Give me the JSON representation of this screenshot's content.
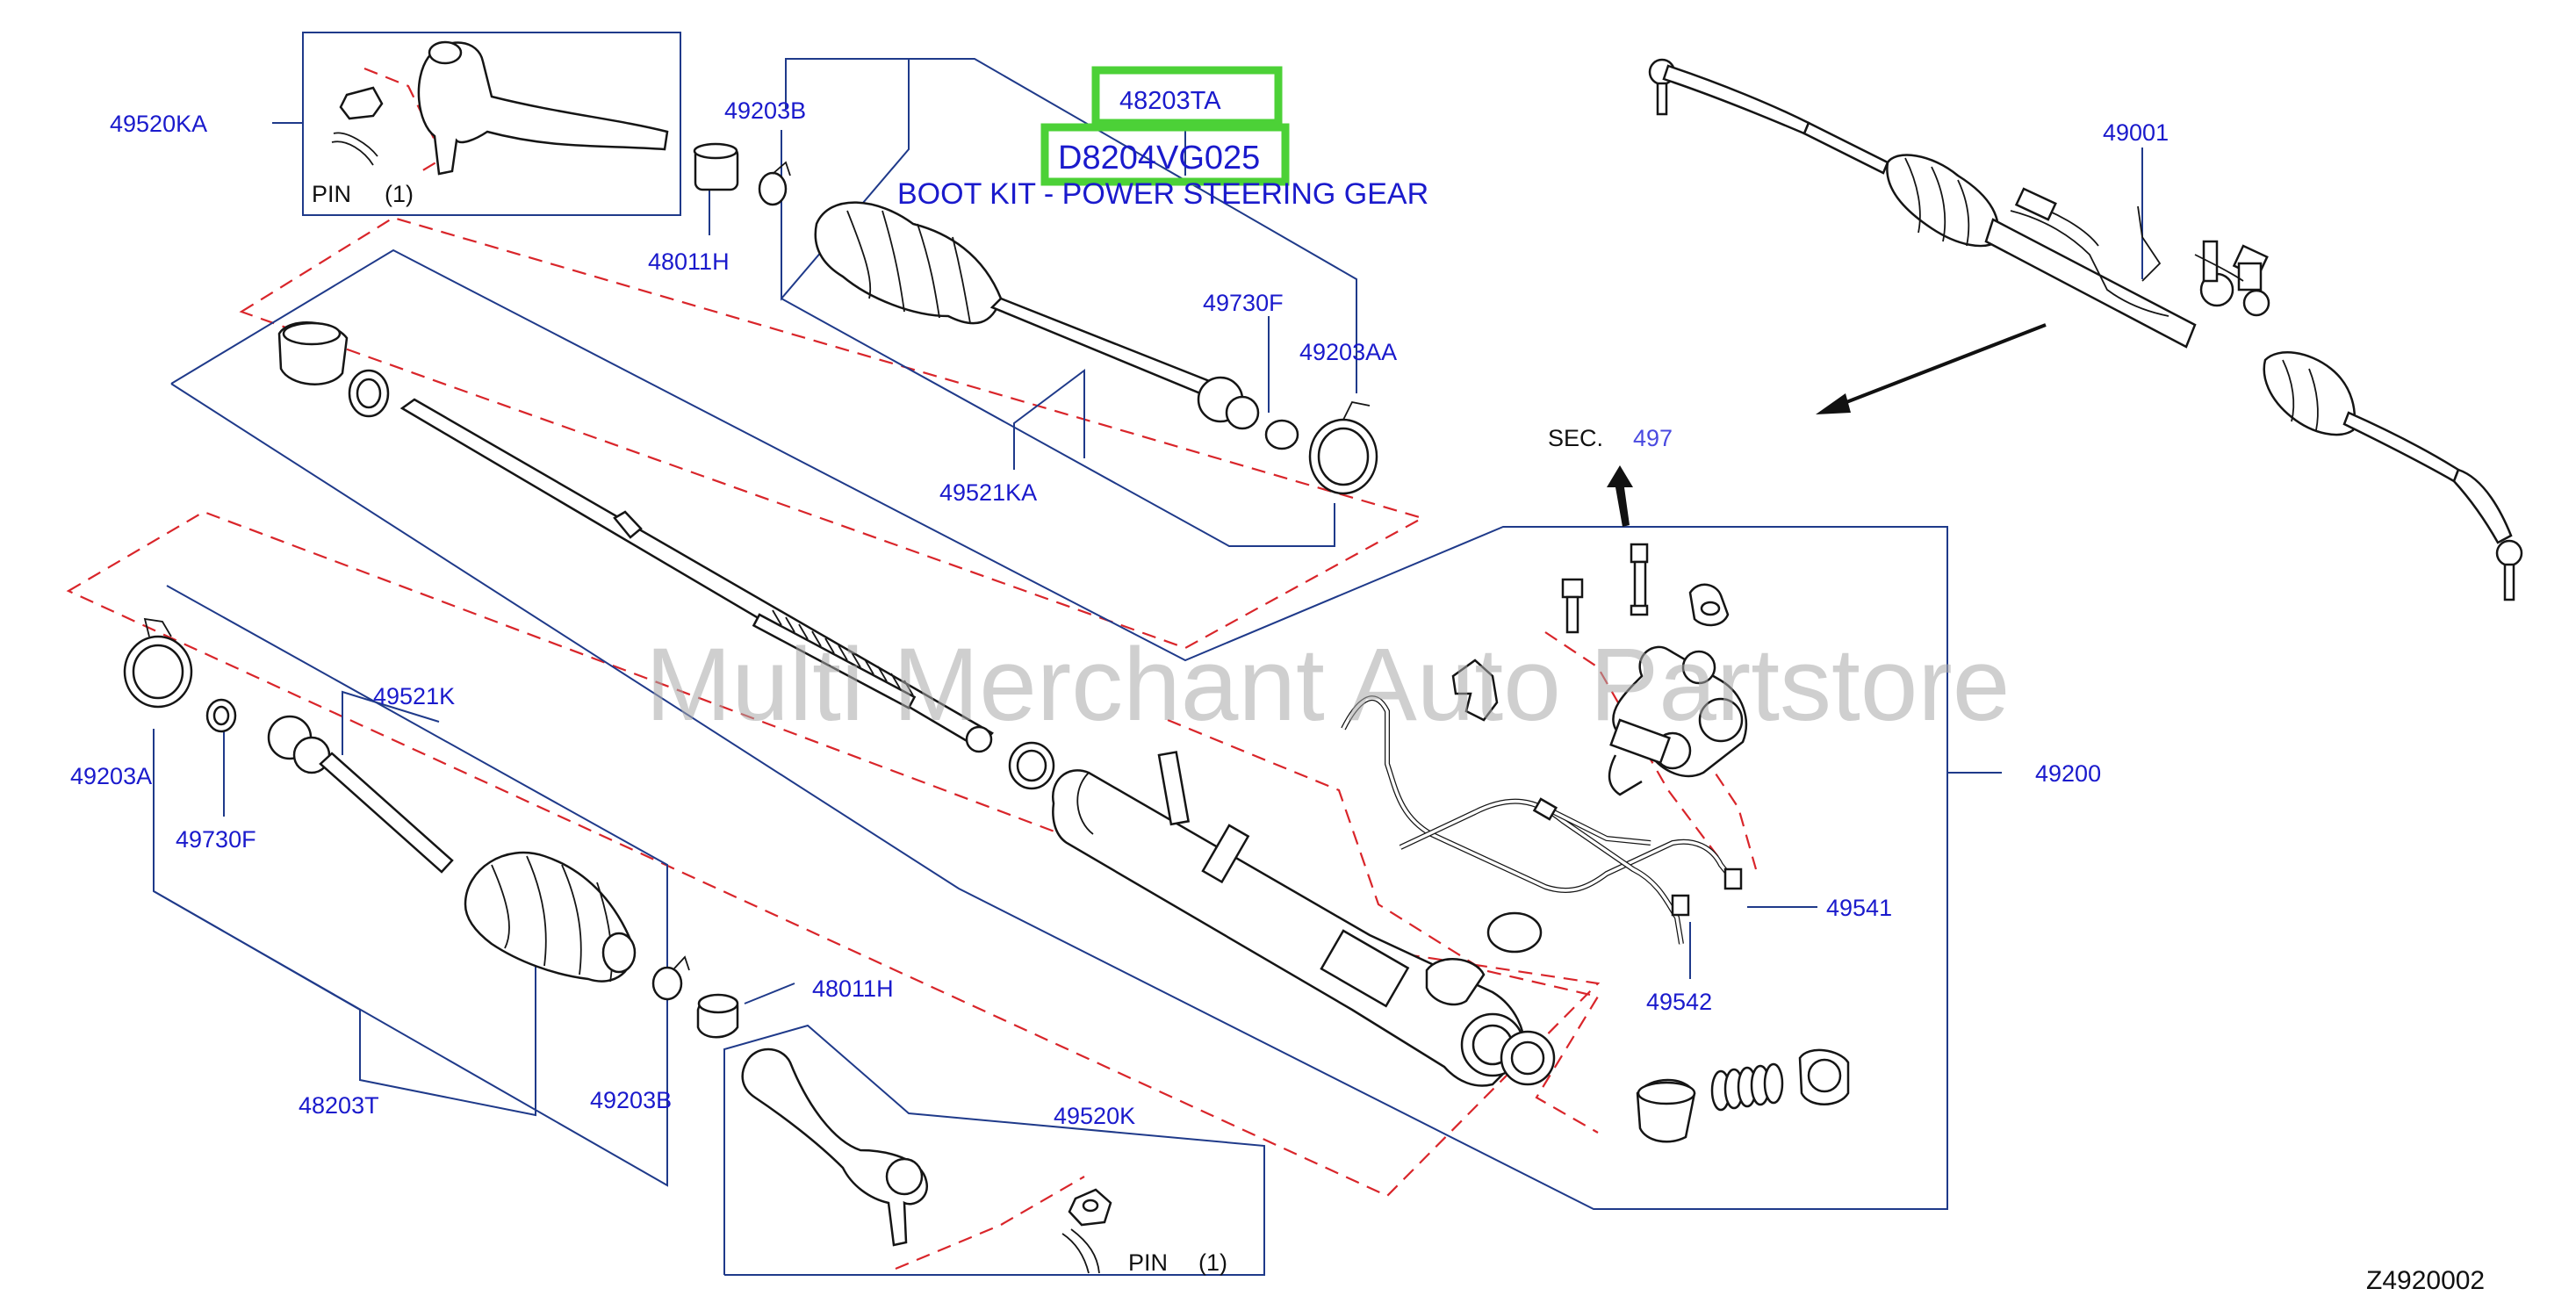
{
  "colors": {
    "label_blue": "#1a1acc",
    "highlight_green": "#4cd137",
    "boot_kit_blue": "#1e73d8",
    "dashed_red": "#d9252a",
    "callout_line": "#1f3a8a",
    "watermark_gray": "#a8a8a8"
  },
  "highlights": {
    "part_48203TA": "48203TA",
    "part_D8204VG025": "D8204VG025",
    "boot_kit_label": "BOOT KIT - POWER STEERING GEAR"
  },
  "labels": {
    "l_49520KA": "49520KA",
    "l_pin_top": "PIN",
    "l_pin_top_qty": "(1)",
    "l_49203B_top": "49203B",
    "l_48011H_top": "48011H",
    "l_49730F_top": "49730F",
    "l_49203AA": "49203AA",
    "l_49521KA": "49521KA",
    "l_49001": "49001",
    "l_sec": "SEC.",
    "l_sec_num": "497",
    "l_49521K": "49521K",
    "l_49203A": "49203A",
    "l_49730F_bot": "49730F",
    "l_48011H_bot": "48011H",
    "l_49520K": "49520K",
    "l_pin_bot": "PIN",
    "l_pin_bot_qty": "(1)",
    "l_49203B_bot": "49203B",
    "l_48203T": "48203T",
    "l_49200": "49200",
    "l_49541": "49541",
    "l_49542": "49542",
    "l_diagram_code": "Z4920002"
  },
  "watermark": "Multi Merchant Auto Partstore"
}
